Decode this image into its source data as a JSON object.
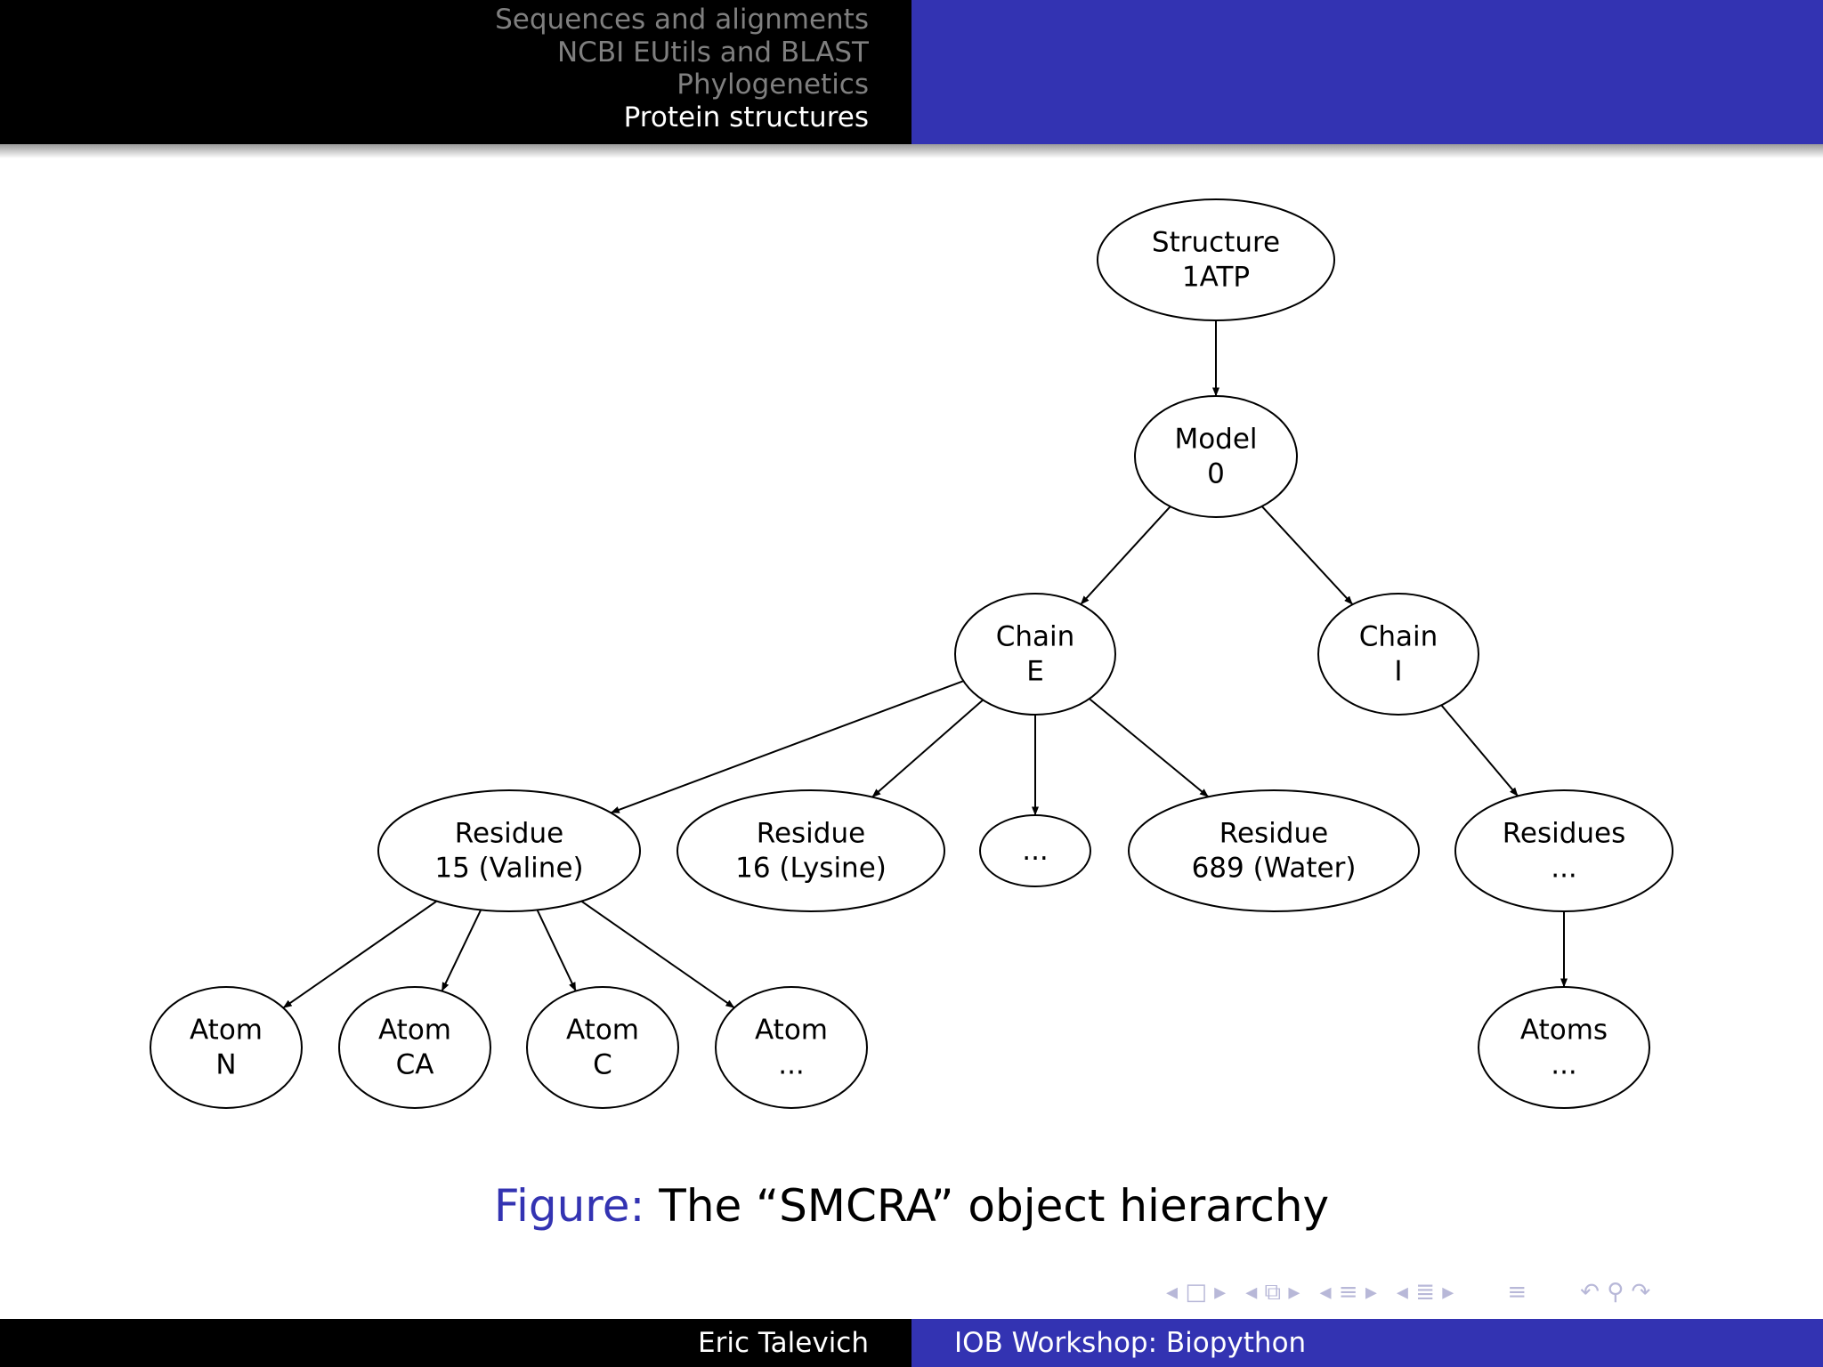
{
  "header": {
    "sections": [
      {
        "label": "Sequences and alignments",
        "active": false
      },
      {
        "label": "NCBI EUtils and BLAST",
        "active": false
      },
      {
        "label": "Phylogenetics",
        "active": false
      },
      {
        "label": "Protein structures",
        "active": true
      }
    ]
  },
  "diagram": {
    "nodes": {
      "structure": [
        "Structure",
        "1ATP"
      ],
      "model": [
        "Model",
        "0"
      ],
      "chain_e": [
        "Chain",
        "E"
      ],
      "chain_i": [
        "Chain",
        "I"
      ],
      "residue_15": [
        "Residue",
        "15 (Valine)"
      ],
      "residue_16": [
        "Residue",
        "16 (Lysine)"
      ],
      "residue_more": [
        "..."
      ],
      "residue_689": [
        "Residue",
        "689 (Water)"
      ],
      "residues": [
        "Residues",
        "..."
      ],
      "atom_n": [
        "Atom",
        "N"
      ],
      "atom_ca": [
        "Atom",
        "CA"
      ],
      "atom_c": [
        "Atom",
        "C"
      ],
      "atom_more": [
        "Atom",
        "..."
      ],
      "atoms": [
        "Atoms",
        "..."
      ]
    }
  },
  "caption": {
    "label": "Figure:",
    "text": "The “SMCRA” object hierarchy"
  },
  "footer": {
    "author": "Eric Talevich",
    "title": "IOB Workshop: Biopython"
  },
  "nav": {
    "icons": [
      "prev-frame-icon",
      "frame-icon",
      "next-frame-icon",
      "prev-subsection-icon",
      "subsection-icon",
      "next-subsection-icon",
      "prev-section-icon",
      "section-icon",
      "next-section-icon",
      "prev-slide-icon",
      "slide-icon",
      "next-slide-icon",
      "appendix-icon",
      "back-icon",
      "search-icon",
      "forward-icon"
    ]
  },
  "colors": {
    "header_left": "#000000",
    "header_right": "#3333b2",
    "accent": "#3333b2",
    "inactive_section": "#7f7f7f"
  }
}
